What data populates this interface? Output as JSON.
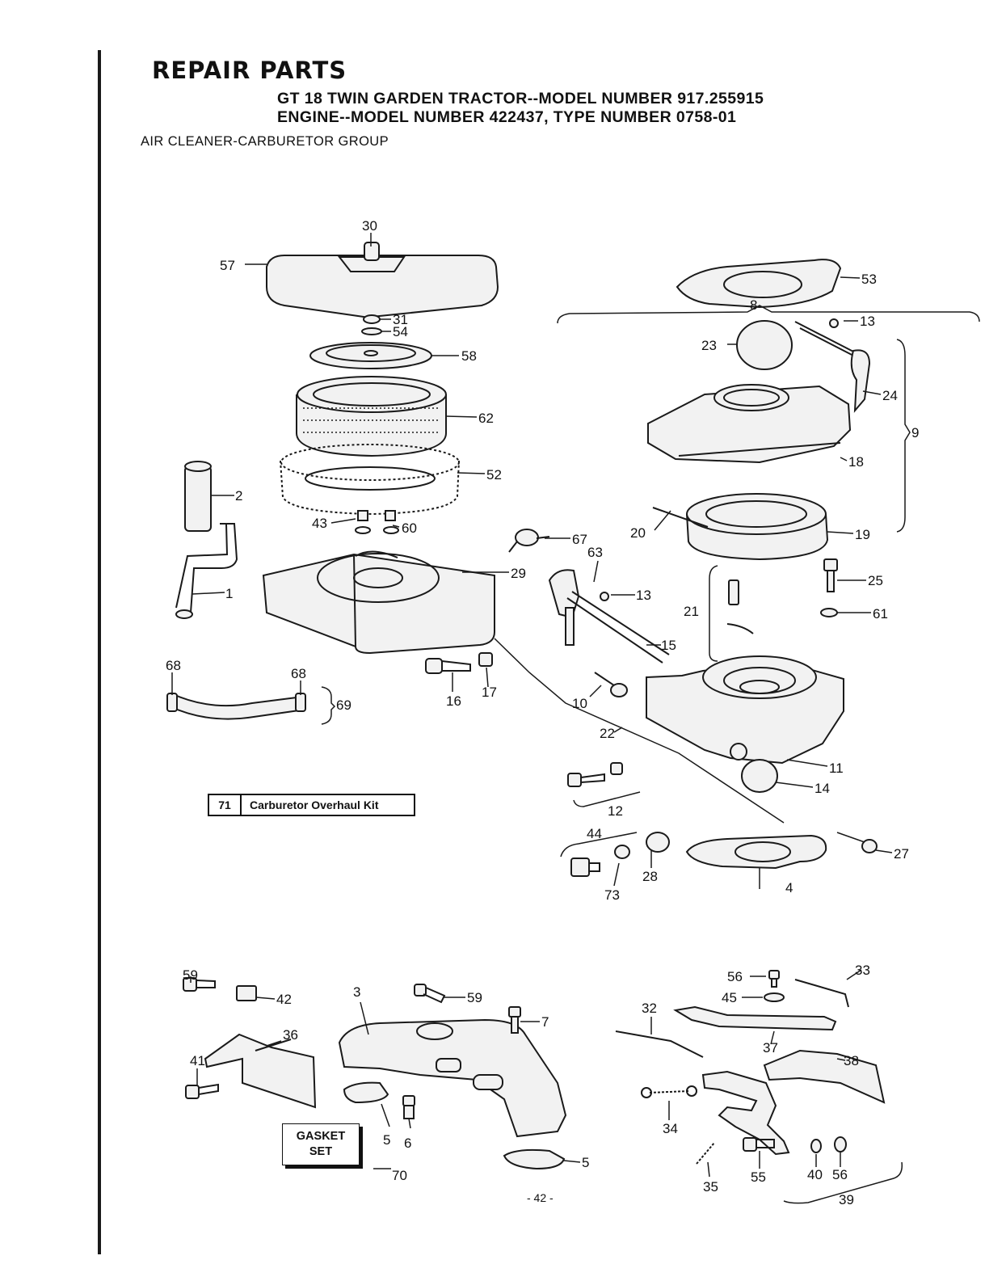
{
  "header": {
    "title": "REPAIR PARTS",
    "line1": "GT 18 TWIN GARDEN TRACTOR--MODEL NUMBER 917.255915",
    "line2": "ENGINE--MODEL NUMBER 422437, TYPE NUMBER 0758-01",
    "group": "AIR CLEANER-CARBURETOR GROUP"
  },
  "kit_box": {
    "number": "71",
    "label": "Carburetor Overhaul Kit"
  },
  "gasket_set": {
    "line1": "GASKET",
    "line2": "SET"
  },
  "page_number": "- 42 -",
  "callouts": [
    "30",
    "57",
    "31",
    "54",
    "58",
    "62",
    "52",
    "2",
    "43",
    "60",
    "1",
    "29",
    "67",
    "68",
    "69",
    "16",
    "17",
    "63",
    "13",
    "15",
    "10",
    "22",
    "12",
    "44",
    "73",
    "28",
    "4",
    "27",
    "14",
    "11",
    "53",
    "8",
    "23",
    "24",
    "9",
    "18",
    "20",
    "19",
    "21",
    "25",
    "61",
    "59",
    "42",
    "3",
    "7",
    "36",
    "41",
    "5",
    "6",
    "70",
    "56",
    "45",
    "33",
    "32",
    "37",
    "38",
    "34",
    "35",
    "55",
    "40",
    "39"
  ],
  "icons": [
    "parts-diagram",
    "air-cleaner-assembly",
    "carburetor-assembly",
    "intake-manifold",
    "throttle-linkage"
  ]
}
